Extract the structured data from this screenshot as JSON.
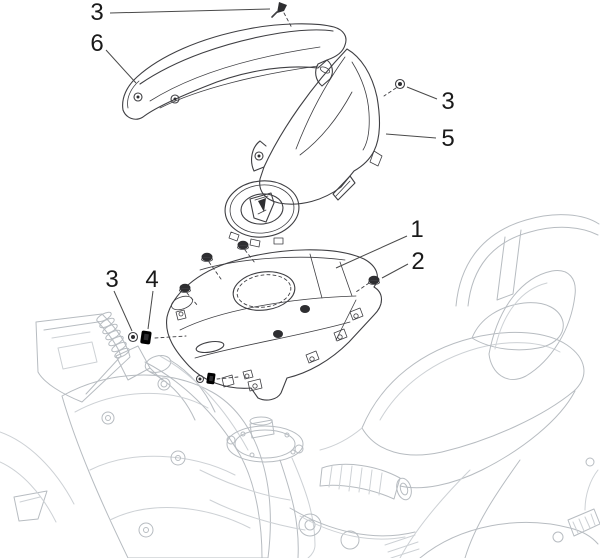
{
  "callouts": [
    "3",
    "6",
    "3",
    "5",
    "1",
    "2",
    "3",
    "4"
  ],
  "colors": {
    "background": "#ffffff",
    "part_line": "#3f3f43",
    "bike_line": "#b7bcc1",
    "bike_line_soft": "#cdd1d5",
    "leader_line": "#4a4a4a",
    "label_text": "#1a1a1a",
    "grommet_fill": "#2e2e31"
  }
}
